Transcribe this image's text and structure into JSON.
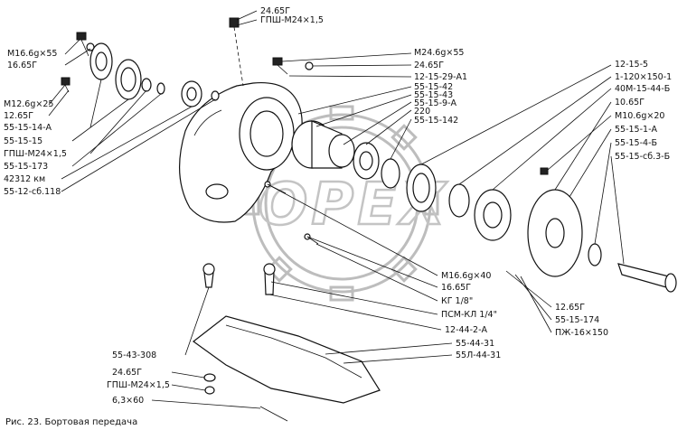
{
  "caption": "Рис. 23. Бортовая передача",
  "watermark": "OPEX",
  "labels": {
    "l1": "24.65Г",
    "l2": "ГПШ-М24×1,5",
    "l3": "М16.6g×55",
    "l4": "16.65Г",
    "l5": "М24.6g×55",
    "l6": "24.65Г",
    "l7": "12-15-29-А1",
    "l8": "55-15-42",
    "l9": "55-15-43",
    "l10": "55-15-9-А",
    "l11": "220",
    "l12": "55-15-142",
    "l13": "М12.6g×25",
    "l14": "12.65Г",
    "l15": "55-15-14-А",
    "l16": "55-15-15",
    "l17": "ГПШ-М24×1,5",
    "l18": "55-15-173",
    "l19": "42312 км",
    "l20": "55-12-сб.118",
    "l21": "12-15-5",
    "l22": "1-120×150-1",
    "l23": "40М-15-44-Б",
    "l24": "10.65Г",
    "l25": "М10.6g×20",
    "l26": "55-15-1-А",
    "l27": "55-15-4-Б",
    "l28": "55-15-сб.3-Б",
    "l29": "М16.6g×40",
    "l30": "16.65Г",
    "l31": "КГ 1/8\"",
    "l32": "ПСМ-КЛ 1/4\"",
    "l33": "12.65Г",
    "l34": "55-15-174",
    "l35": "ПЖ-16×150",
    "l36": "12-44-2-А",
    "l37": "55-44-31",
    "l38": "55Л-44-31",
    "l39": "55-43-308",
    "l40": "24.65Г",
    "l41": "ГПШ-М24×1,5",
    "l42": "6,3×60"
  }
}
